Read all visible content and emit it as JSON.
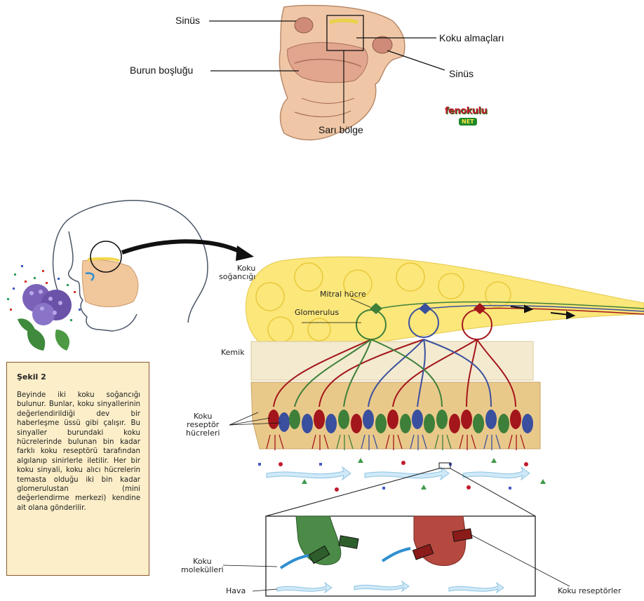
{
  "top_diagram": {
    "labels": {
      "sinus_left": "Sinüs",
      "burun_boslugu": "Burun boşluğu",
      "koku_almaclari": "Koku almaçları",
      "sinus_right": "Sinüs",
      "sari_bolge": "Sarı bölge"
    },
    "logo": {
      "top": "fenokulu",
      "bottom": "NET"
    }
  },
  "bottom_diagram": {
    "labels": {
      "koku_sogancigi": "Koku\nsoğancığı",
      "mitral_hucre": "Mitral hücre",
      "glomerulus": "Glomerulus",
      "kemik": "Kemik",
      "koku_reseptor_hucreleri": "Koku\nreseptör\nhücreleri",
      "koku_molekulleri": "Koku\nmolekülleri",
      "hava": "Hava",
      "koku_reseptorler": "Koku reseptörler"
    }
  },
  "caption": {
    "title": "Şekil 2",
    "body": "Beyinde iki koku soğancığı bulunur. Bunlar, koku sinyallerinin değerlendirildiği dev bir haberleşme üssü gibi çalışır. Bu sinyaller burundaki koku hücrelerinde bulunan bin kadar farklı koku reseptörü tarafından algılanıp sinirlerle iletilir. Her bir koku sinyali, koku alıcı hücrelerin temasta olduğu iki bin kadar glomerulustan (mini değerlendirme merkezi) kendine ait olana gönderilir."
  },
  "colors": {
    "bulb_yellow": "#fbe77a",
    "bone": "#f3ead0",
    "epithelium": "#e9c98a",
    "receptor_red": "#a3161b",
    "receptor_green": "#3e7f3a",
    "receptor_blue": "#3a4f9e",
    "caption_bg": "#fbeec9"
  }
}
